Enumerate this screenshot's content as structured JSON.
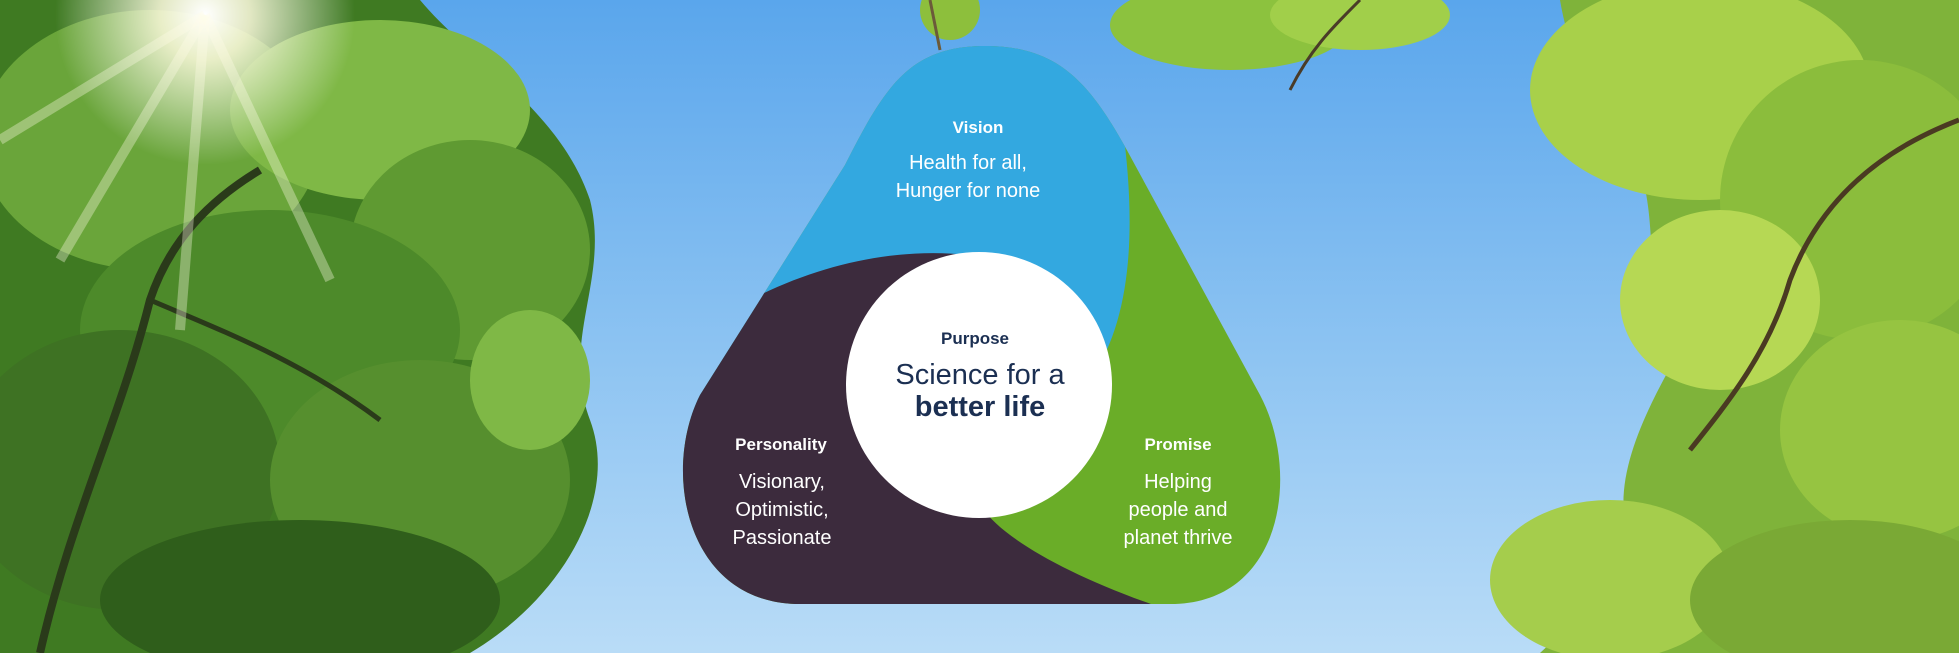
{
  "diagram": {
    "vision": {
      "title": "Vision",
      "text": "Health for all,\nHunger for none"
    },
    "purpose": {
      "title": "Purpose",
      "line1": "Science for a",
      "line2": "better life"
    },
    "personality": {
      "title": "Personality",
      "text": "Visionary,\nOptimistic,\nPassionate"
    },
    "promise": {
      "title": "Promise",
      "text": "Helping\npeople and\nplanet thrive"
    }
  },
  "colors": {
    "vision": "#33a8e0",
    "personality": "#3c2b3d",
    "promise": "#6aad28",
    "center": "#ffffff",
    "center_text": "#1b2f52",
    "sky": "#5ba8ea",
    "foliage": "#4f8a2a"
  }
}
